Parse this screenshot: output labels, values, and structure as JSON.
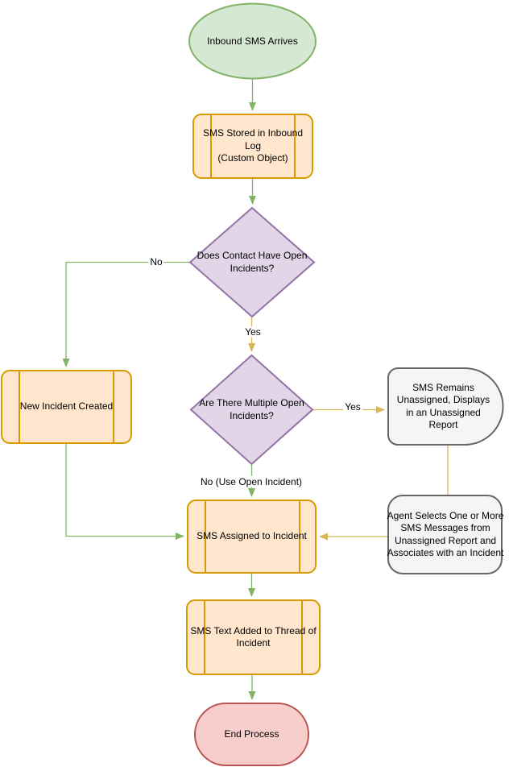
{
  "diagram": {
    "background_color": "#ffffff",
    "nodes": {
      "start": {
        "type": "terminator-ellipse",
        "label": "Inbound SMS Arrives",
        "fill": "#d5e8d4",
        "stroke": "#82b366"
      },
      "sms_stored": {
        "type": "predefined-process",
        "label": "SMS Stored in Inbound Log\n(Custom Object)",
        "fill": "#ffe6cc",
        "stroke": "#d79b00"
      },
      "has_open_incidents": {
        "type": "decision-diamond",
        "label": "Does Contact Have Open Incidents?",
        "fill": "#e1d5e7",
        "stroke": "#9673a6"
      },
      "new_incident": {
        "type": "predefined-process",
        "label": "New Incident Created",
        "fill": "#ffe6cc",
        "stroke": "#d79b00"
      },
      "multiple_open_incidents": {
        "type": "decision-diamond",
        "label": "Are There Multiple Open Incidents?",
        "fill": "#e1d5e7",
        "stroke": "#9673a6"
      },
      "sms_remains_unassigned": {
        "type": "delay",
        "label": "SMS Remains Unassigned, Displays in an Unassigned Report",
        "fill": "#f5f5f5",
        "stroke": "#666666"
      },
      "agent_selects": {
        "type": "rounded-rectangle",
        "label": "Agent Selects One or More SMS Messages from Unassigned Report and Associates with an Incident",
        "fill": "#f5f5f5",
        "stroke": "#666666"
      },
      "sms_assigned": {
        "type": "predefined-process",
        "label": "SMS Assigned to Incident",
        "fill": "#ffe6cc",
        "stroke": "#d79b00"
      },
      "sms_text_added": {
        "type": "predefined-process",
        "label": "SMS Text Added to Thread of Incident",
        "fill": "#ffe6cc",
        "stroke": "#d79b00"
      },
      "end": {
        "type": "terminator-stadium",
        "label": "End Process",
        "fill": "#f8cecc",
        "stroke": "#b85450"
      }
    },
    "edge_labels": {
      "no_to_new_incident": "No",
      "yes_to_multiple_check": "Yes",
      "yes_to_unassigned": "Yes",
      "no_use_open_incident": "No (Use Open Incident)"
    },
    "edge_colors": {
      "green": "#82b366",
      "yellow": "#d6b656"
    }
  }
}
